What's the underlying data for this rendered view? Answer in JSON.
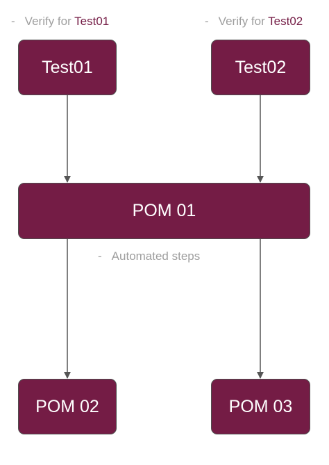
{
  "notes": {
    "left": {
      "dash": "-",
      "text": "Verify for ",
      "highlight": "Test01"
    },
    "right": {
      "dash": "-",
      "text": "Verify for ",
      "highlight": "Test02"
    },
    "middle": {
      "dash": "-",
      "text": "Automated steps"
    }
  },
  "nodes": {
    "test01": "Test01",
    "test02": "Test02",
    "pom01": "POM 01",
    "pom02": "POM 02",
    "pom03": "POM 03"
  },
  "colors": {
    "node_fill": "#741c45",
    "node_border": "#4f4f4f",
    "note_text": "#9e9e9e",
    "highlight_text": "#741c45",
    "edge": "#555555"
  }
}
